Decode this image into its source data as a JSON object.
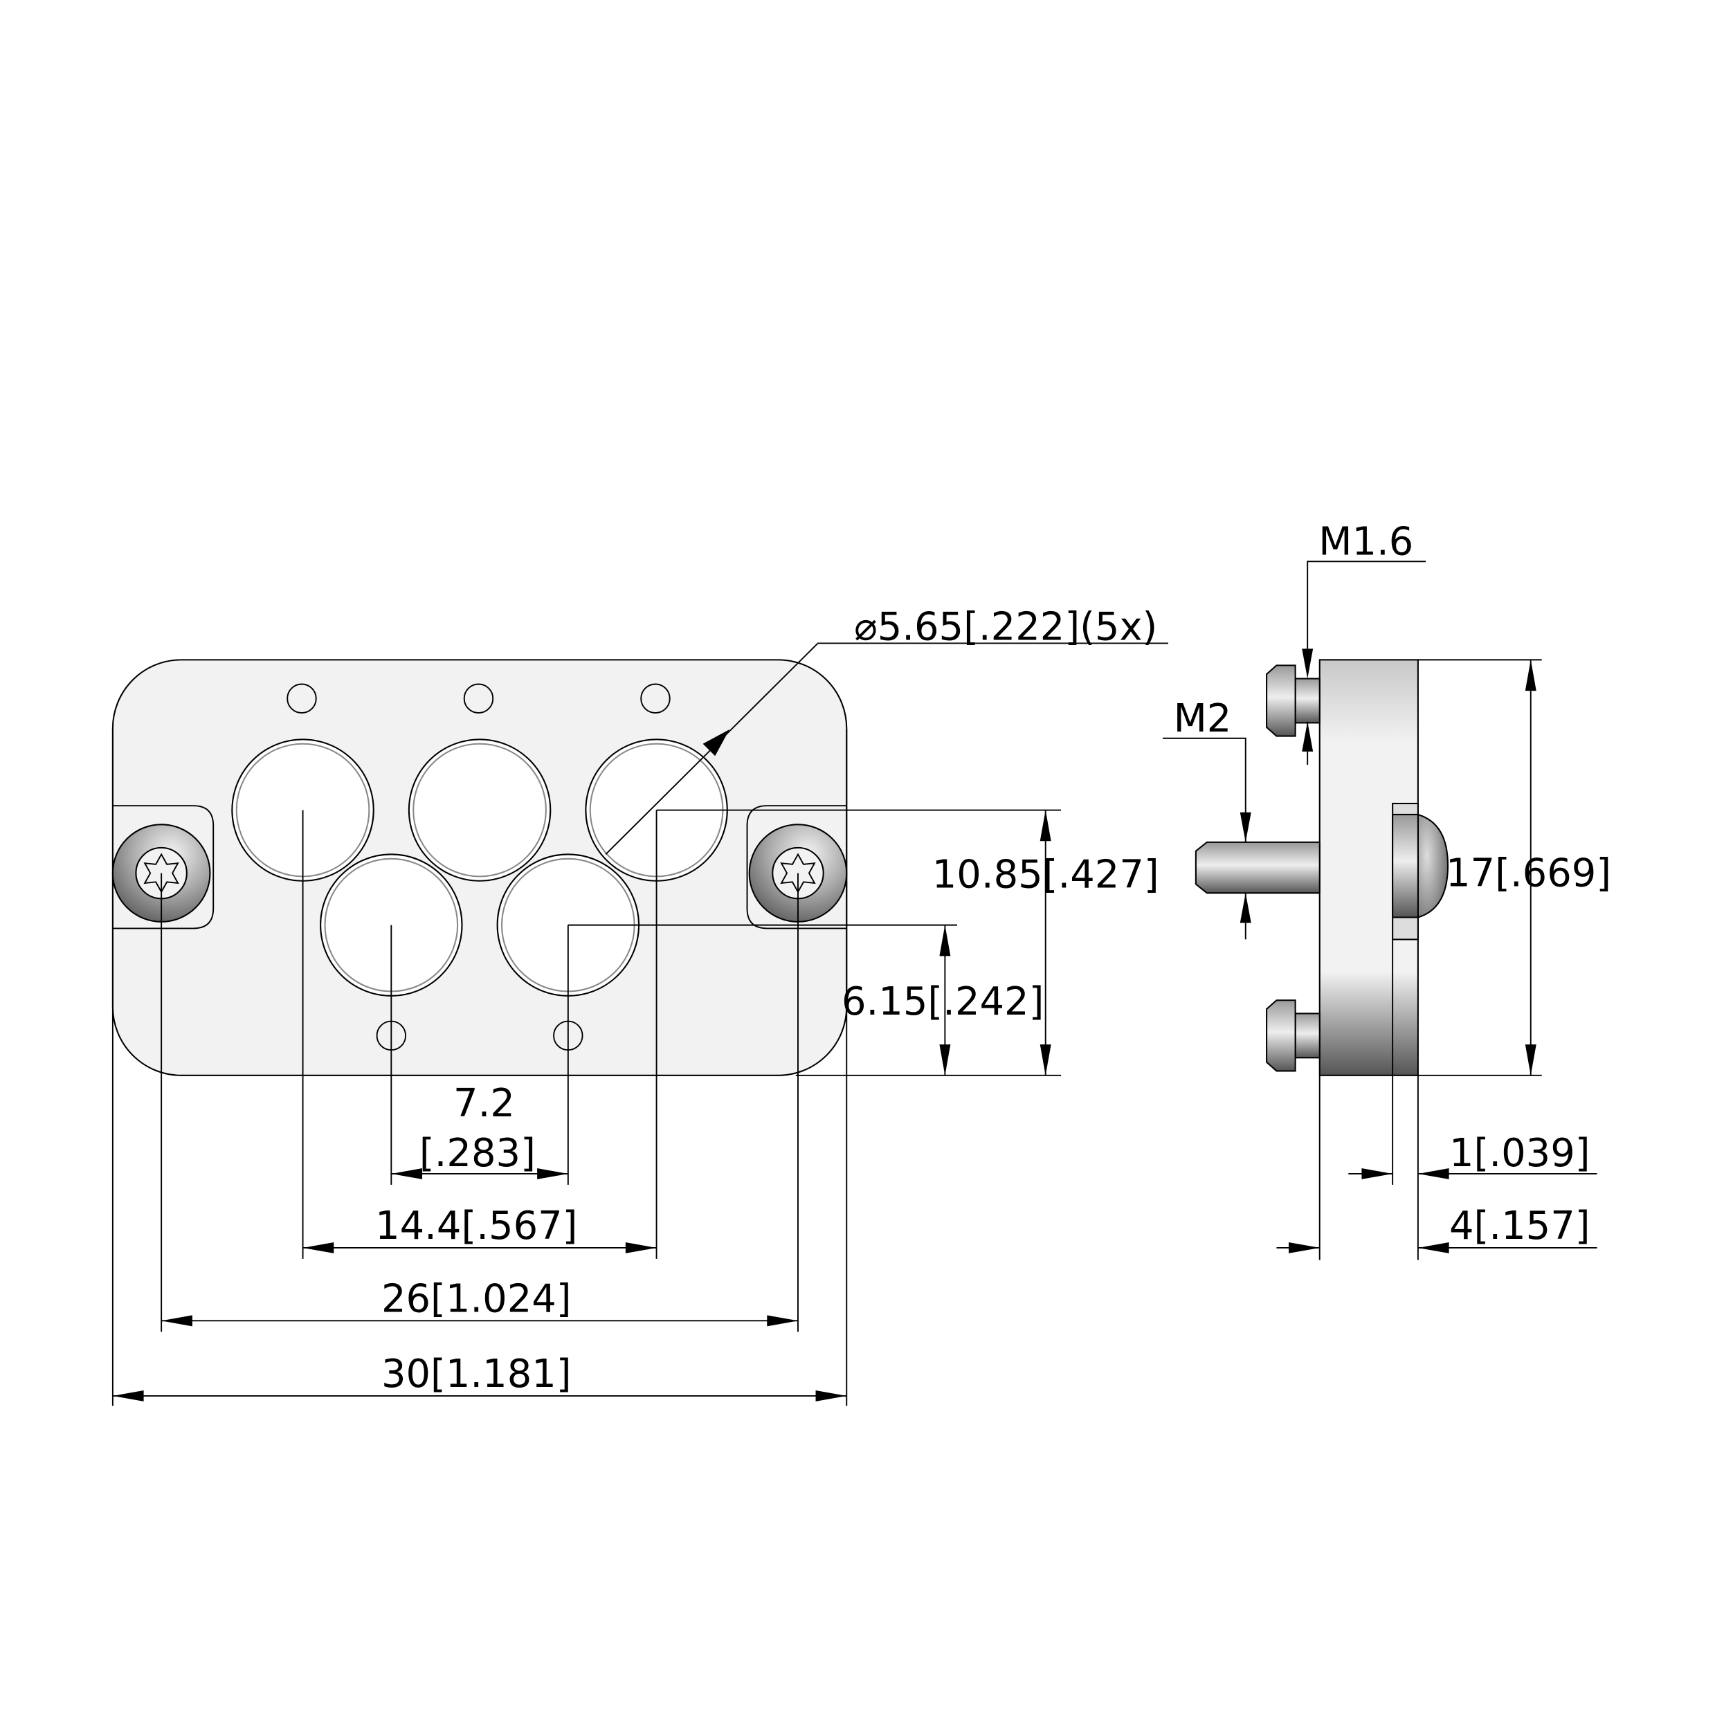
{
  "front_view": {
    "hole_diameter_label": "⌀5.65[.222](5x)",
    "dim_30": "30[1.181]",
    "dim_26": "26[1.024]",
    "dim_14_4": "14.4[.567]",
    "dim_7_2_top": "7.2",
    "dim_7_2_bottom": "[.283]",
    "dim_10_85": "10.85[.427]",
    "dim_6_15": "6.15[.242]"
  },
  "side_view": {
    "thread_small": "M1.6",
    "thread_pin": "M2",
    "dim_17": "17[.669]",
    "dim_1": "1[.039]",
    "dim_4": "4[.157]"
  },
  "colors": {
    "part_fill": "#f2f2f2",
    "line": "#000000"
  }
}
